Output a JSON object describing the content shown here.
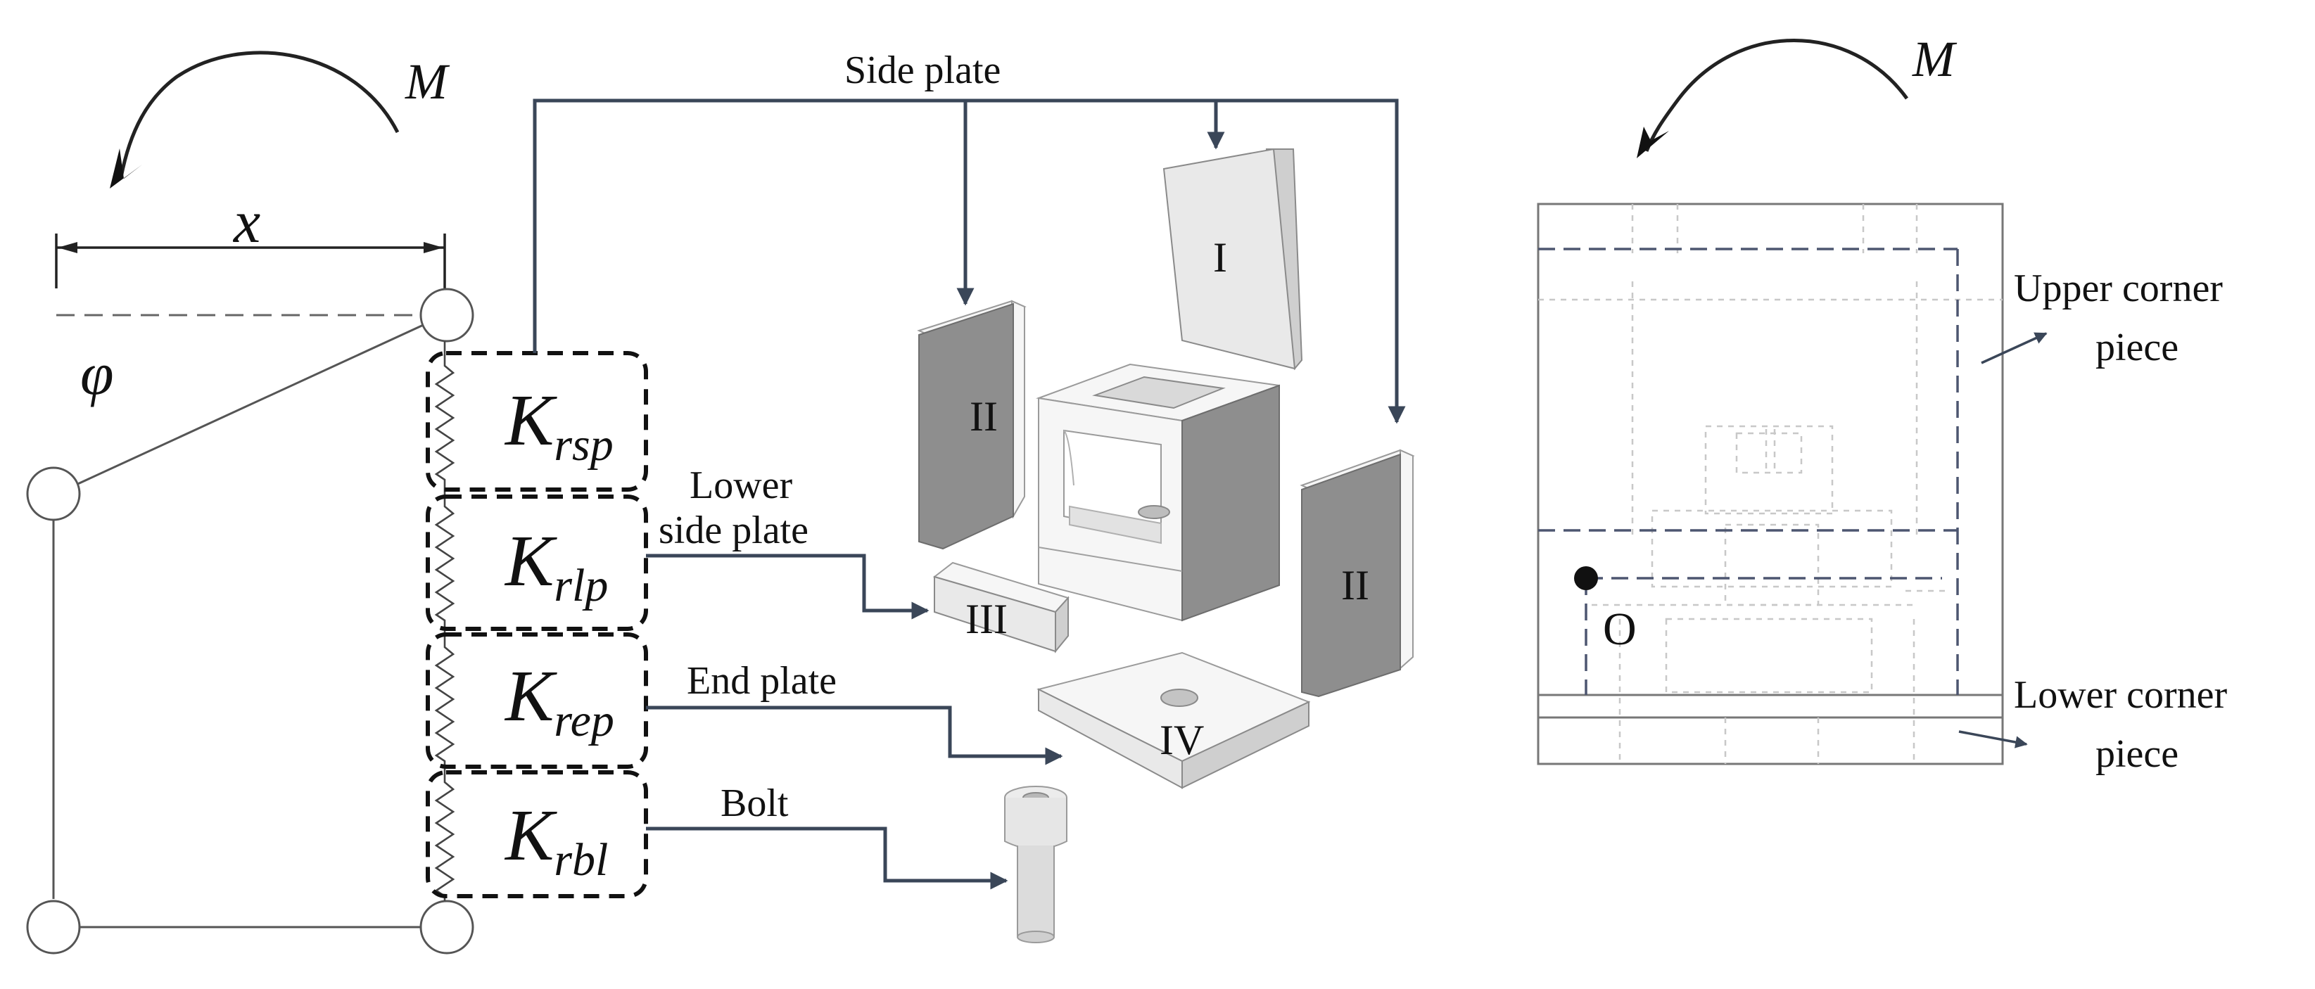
{
  "left_model": {
    "moment_label": "M",
    "length_label": "x",
    "angle_label": "φ",
    "stiffness": [
      {
        "main": "K",
        "sub": "rsp"
      },
      {
        "main": "K",
        "sub": "rlp"
      },
      {
        "main": "K",
        "sub": "rep"
      },
      {
        "main": "K",
        "sub": "rbl"
      }
    ]
  },
  "labels": {
    "side_plate": "Side plate",
    "lower_side_plate_line1": "Lower",
    "lower_side_plate_line2": "side plate",
    "end_plate": "End plate",
    "bolt": "Bolt"
  },
  "parts": {
    "i": "I",
    "ii_left": "II",
    "ii_right": "II",
    "iii": "III",
    "iv": "IV"
  },
  "right_view": {
    "moment_label": "M",
    "origin_label": "O",
    "upper_line1": "Upper corner",
    "upper_line2": "piece",
    "lower_line1": "Lower corner",
    "lower_line2": "piece"
  },
  "colors": {
    "arrow": "#3a4658",
    "outline": "#555555",
    "plate_dark": "#8e8e8e",
    "plate_light": "#e9e9e9"
  }
}
